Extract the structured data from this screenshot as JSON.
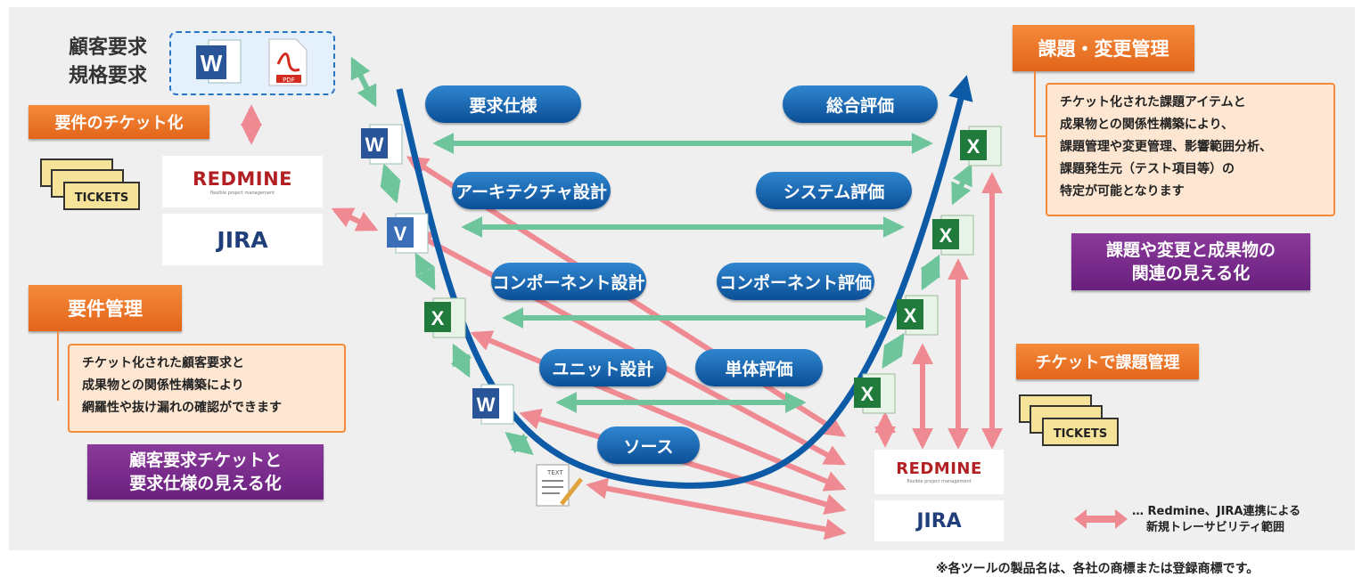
{
  "left": {
    "requirements_line1": "顧客要求",
    "requirements_line2": "規格要求",
    "ticketize_label": "要件のチケット化",
    "req_mgmt_label": "要件管理",
    "req_note": [
      "チケット化された顧客要求と",
      "成果物との関係性構築により",
      "網羅性や抜け漏れの確認ができます"
    ],
    "visualize_line1": "顧客要求チケットと",
    "visualize_line2": "要求仕様の見える化",
    "tickets_text": "TICKETS"
  },
  "v_model": {
    "left_stages": [
      "要求仕様",
      "アーキテクチャ設計",
      "コンポーネント設計",
      "ユニット設計",
      "ソース"
    ],
    "right_stages": [
      "総合評価",
      "システム評価",
      "コンポーネント評価",
      "単体評価"
    ]
  },
  "right": {
    "issue_mgmt_label": "課題・変更管理",
    "issue_note": [
      "チケット化された課題アイテムと",
      "成果物との関係性構築により、",
      "課題管理や変更管理、影響範囲分析、",
      "課題発生元（テスト項目等）の",
      "特定が可能となります"
    ],
    "visualize_line1": "課題や変更と成果物の",
    "visualize_line2": "関連の見える化",
    "ticket_issue_label": "チケットで課題管理",
    "tickets_text": "TICKETS"
  },
  "tools": {
    "redmine": "REDMINE",
    "redmine_sub": "flexible project management",
    "jira": "JIRA",
    "pdf": "PDF",
    "text": "TEXT"
  },
  "legend": {
    "line1": "… Redmine、JIRA連携による",
    "line2": "新規トレーサビリティ範囲"
  },
  "footer": "※各ツールの製品名は、各社の商標または登録商標です。",
  "colors": {
    "blue": "#0d5aa7",
    "green_arrow": "#6fc59b",
    "pink_arrow": "#ef8a93",
    "orange": "#ee7523",
    "purple": "#75278a"
  }
}
